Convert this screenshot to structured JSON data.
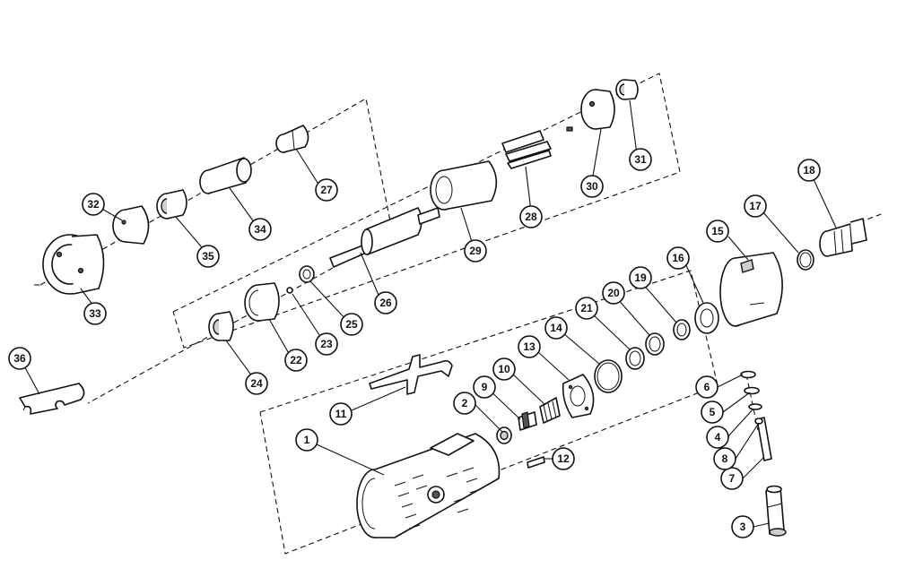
{
  "diagram": {
    "balloons": [
      {
        "id": "1",
        "label": "1"
      },
      {
        "id": "2",
        "label": "2"
      },
      {
        "id": "3",
        "label": "3"
      },
      {
        "id": "4",
        "label": "4"
      },
      {
        "id": "5",
        "label": "5"
      },
      {
        "id": "6",
        "label": "6"
      },
      {
        "id": "7",
        "label": "7"
      },
      {
        "id": "8",
        "label": "8"
      },
      {
        "id": "9",
        "label": "9"
      },
      {
        "id": "10",
        "label": "10"
      },
      {
        "id": "11",
        "label": "11"
      },
      {
        "id": "12",
        "label": "12"
      },
      {
        "id": "13",
        "label": "13"
      },
      {
        "id": "14",
        "label": "14"
      },
      {
        "id": "15",
        "label": "15"
      },
      {
        "id": "16",
        "label": "16"
      },
      {
        "id": "17",
        "label": "17"
      },
      {
        "id": "18",
        "label": "18"
      },
      {
        "id": "19",
        "label": "19"
      },
      {
        "id": "20",
        "label": "20"
      },
      {
        "id": "21",
        "label": "21"
      },
      {
        "id": "22",
        "label": "22"
      },
      {
        "id": "23",
        "label": "23"
      },
      {
        "id": "24",
        "label": "24"
      },
      {
        "id": "25",
        "label": "25"
      },
      {
        "id": "26",
        "label": "26"
      },
      {
        "id": "27",
        "label": "27"
      },
      {
        "id": "28",
        "label": "28"
      },
      {
        "id": "29",
        "label": "29"
      },
      {
        "id": "30",
        "label": "30"
      },
      {
        "id": "31",
        "label": "31"
      },
      {
        "id": "32",
        "label": "32"
      },
      {
        "id": "33",
        "label": "33"
      },
      {
        "id": "34",
        "label": "34"
      },
      {
        "id": "35",
        "label": "35"
      },
      {
        "id": "36",
        "label": "36"
      }
    ],
    "colors": {
      "line": "#111111",
      "background": "#ffffff",
      "shade": "#cfcfcf"
    }
  }
}
